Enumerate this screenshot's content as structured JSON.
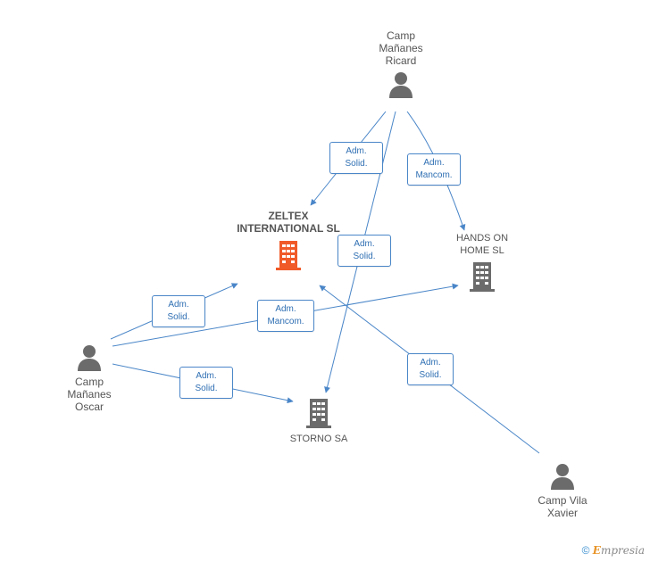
{
  "nodes": {
    "ricard": {
      "name_lines": [
        "Camp",
        "Mañanes",
        "Ricard"
      ],
      "type": "person"
    },
    "zeltex": {
      "name_lines": [
        "ZELTEX",
        "INTERNATIONAL SL"
      ],
      "type": "company-main"
    },
    "hands": {
      "name_lines": [
        "HANDS ON",
        "HOME SL"
      ],
      "type": "company"
    },
    "oscar": {
      "name_lines": [
        "Camp",
        "Mañanes",
        "Oscar"
      ],
      "type": "person"
    },
    "storno": {
      "name_lines": [
        "STORNO SA"
      ],
      "type": "company"
    },
    "xavier": {
      "name_lines": [
        "Camp Vila",
        "Xavier"
      ],
      "type": "person"
    }
  },
  "edges": [
    {
      "from": "ricard",
      "to": "zeltex",
      "label": [
        "Adm.",
        "Solid."
      ]
    },
    {
      "from": "ricard",
      "to": "hands",
      "label": [
        "Adm.",
        "Mancom."
      ]
    },
    {
      "from": "ricard",
      "to": "storno",
      "label": [
        "Adm.",
        "Solid."
      ]
    },
    {
      "from": "oscar",
      "to": "zeltex",
      "label": [
        "Adm.",
        "Solid."
      ]
    },
    {
      "from": "oscar",
      "to": "hands",
      "label": [
        "Adm.",
        "Mancom."
      ]
    },
    {
      "from": "oscar",
      "to": "storno",
      "label": [
        "Adm.",
        "Solid."
      ]
    },
    {
      "from": "xavier",
      "to": "zeltex",
      "label": [
        "Adm.",
        "Solid."
      ]
    }
  ],
  "colors": {
    "edge": "#4a86c8",
    "icon_gray": "#6b6b6b",
    "icon_main": "#f05a28"
  },
  "icons": {
    "person": "person-icon",
    "company": "building-icon"
  },
  "footer": {
    "symbol": "©",
    "brand_first": "E",
    "brand_rest": "mpresia"
  }
}
